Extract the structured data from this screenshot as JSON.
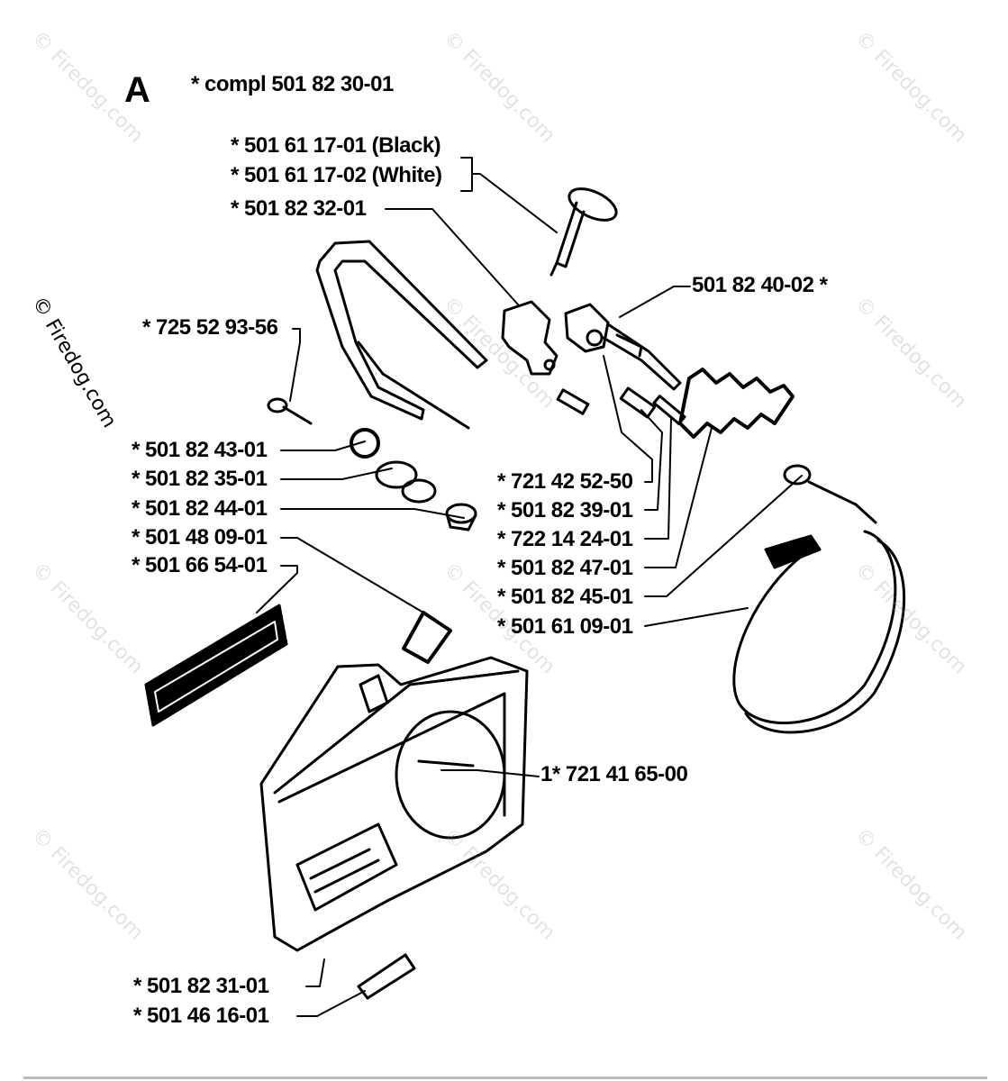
{
  "section": "A",
  "watermark": "© Firedog.com",
  "side_watermark": "© Firedog.com",
  "parts": [
    {
      "id": "compl",
      "label": "*  compl 501 82 30-01"
    },
    {
      "id": "p50161170 1",
      "label": "*  501 61 17-01 (Black)"
    },
    {
      "id": "p50161170 2",
      "label": "*  501 61 17-02 (White)"
    },
    {
      "id": "p50182320 1",
      "label": "*  501 82 32-01"
    },
    {
      "id": "p50182400 2",
      "label": "501 82 40-02  *"
    },
    {
      "id": "p72552935 6",
      "label": "*  725 52 93-56"
    },
    {
      "id": "p50182430 1",
      "label": "*  501 82 43-01"
    },
    {
      "id": "p50182350 1",
      "label": "*  501 82 35-01"
    },
    {
      "id": "p50182440 1",
      "label": "*  501 82 44-01"
    },
    {
      "id": "p50148090 1",
      "label": "*  501 48 09-01"
    },
    {
      "id": "p50166540 1",
      "label": "*  501 66 54-01"
    },
    {
      "id": "p72142525 0",
      "label": "*  721 42 52-50"
    },
    {
      "id": "p50182390 1",
      "label": "*  501 82 39-01"
    },
    {
      "id": "p72214240 1",
      "label": "*  722 14 24-01"
    },
    {
      "id": "p50182470 1",
      "label": "*  501 82 47-01"
    },
    {
      "id": "p50182450 1",
      "label": "*  501 82 45-01"
    },
    {
      "id": "p50161090 1",
      "label": "*  501 61 09-01"
    },
    {
      "id": "p72141650 0",
      "label": "1*  721 41 65-00"
    },
    {
      "id": "p50182310 1",
      "label": "*  501 82 31-01"
    },
    {
      "id": "p50146160 1",
      "label": "*  501 46 16-01"
    }
  ]
}
